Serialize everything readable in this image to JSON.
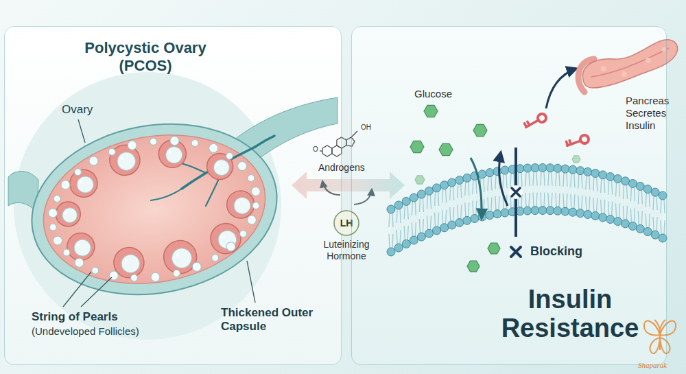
{
  "diagram": {
    "nodes": [
      {
        "text": [
          "Polycystic Ovary (PCOS)"
        ]
      },
      {
        "text": [
          "LH",
          "Luteinizing Hormone"
        ]
      },
      {
        "text": [
          "Insulin Resistance"
        ]
      }
    ],
    "labels": [
      "Ovary",
      "OH",
      "O",
      "Androgens",
      "Glucose",
      "Pancreas Secretes Insulin",
      "String of Pearls",
      "(Undeveloped Follicles)",
      "Thickened Outer Capsule",
      "Blocking",
      "Shaparak"
    ]
  }
}
